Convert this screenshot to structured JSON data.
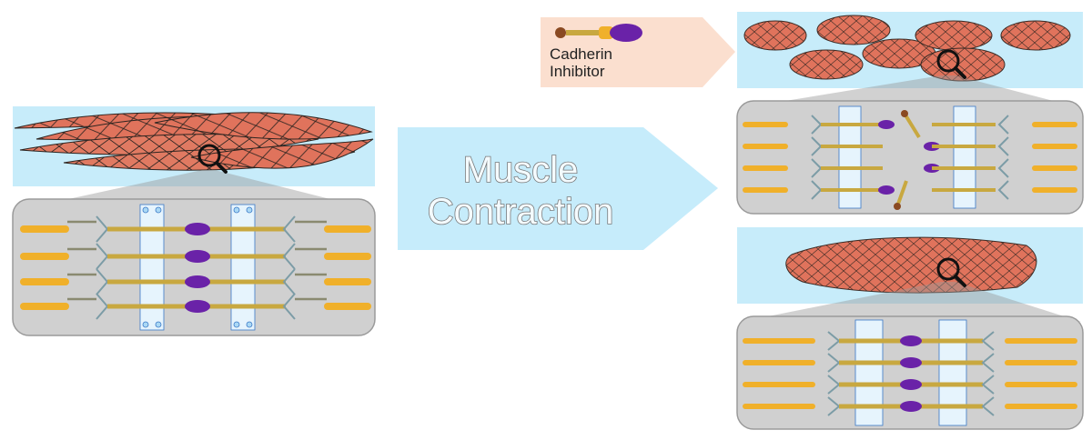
{
  "arrow": {
    "line1": "Muscle",
    "line2": "Contraction",
    "fill": "#c6ecfb"
  },
  "inhibitor": {
    "line1": "Cadherin",
    "line2": "Inhibitor",
    "fill": "#fbdfcf"
  },
  "colors": {
    "tissue_band": "#c7ecfa",
    "cell_fill": "#e0735c",
    "cell_edge": "#2c2420",
    "inset_bg": "#d0d0d0",
    "inset_edge": "#9a9a9a",
    "myosin": "#f0b02a",
    "actin": "#8a8a70",
    "z_disc": "#7c9ca6",
    "membrane": "#aad8f5",
    "cadherin": "#6a22a8"
  },
  "icons": {
    "magnifier": "magnifier-icon"
  }
}
